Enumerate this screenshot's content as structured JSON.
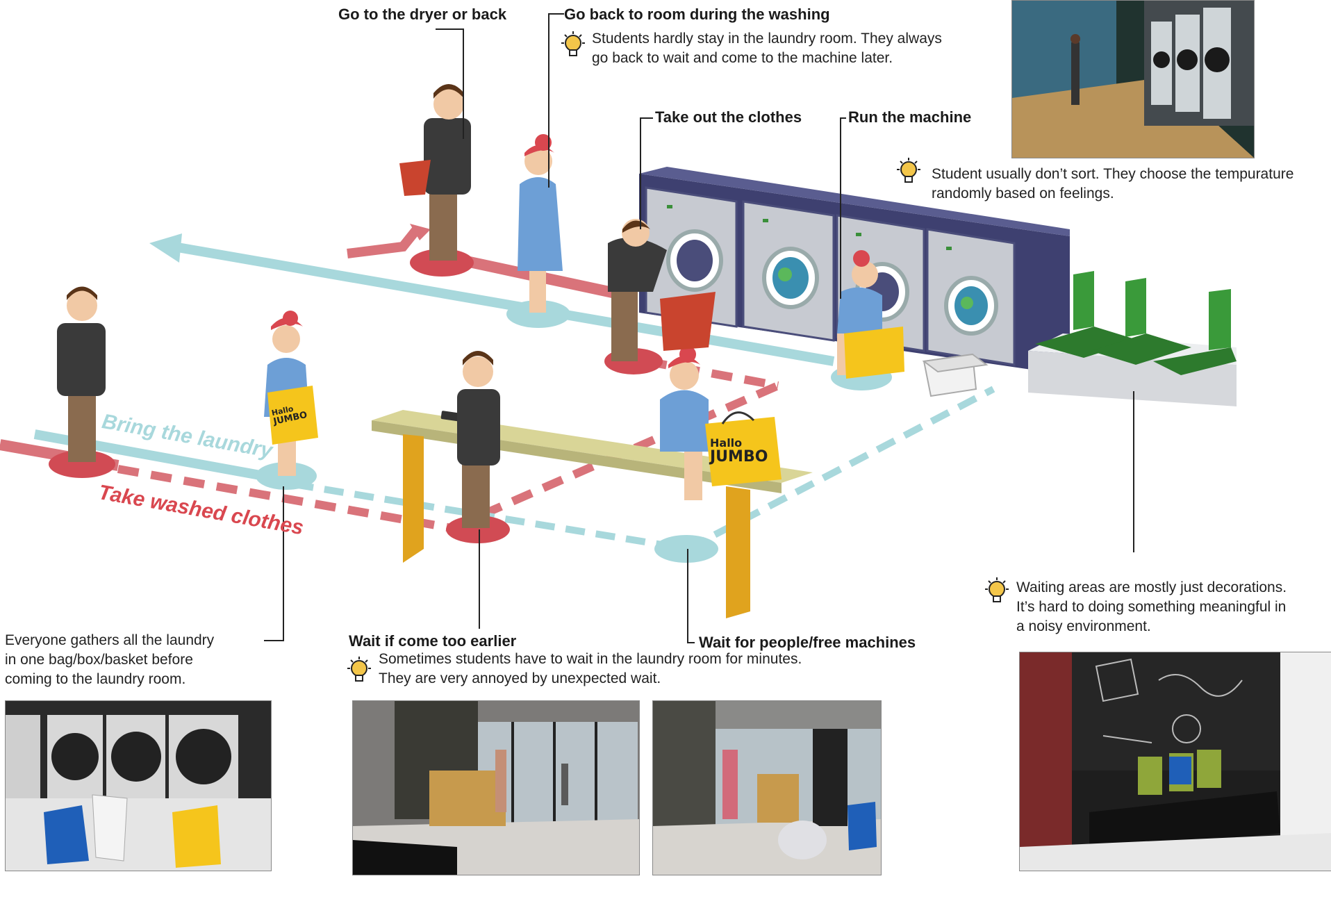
{
  "labels": {
    "dryer": "Go to the dryer or back",
    "back_room": "Go back to room during the washing",
    "take_out": "Take out the clothes",
    "run_machine": "Run the machine",
    "wait_early": "Wait if come too earlier",
    "wait_free": "Wait for people/free machines"
  },
  "notes": {
    "back_room": "Students hardly stay in the laundry room. They always\ngo back to wait and come to the machine later.",
    "sort": "Student usually don’t sort. They choose the tempurature\nrandomly based on feelings.",
    "waiting_area": "Waiting areas are mostly just decorations.\nIt’s hard to doing something meaningful in\n a noisy environment.",
    "gather": "Everyone gathers all the laundry\nin one bag/box/basket before\ncoming to the laundry room.",
    "wait_early": "Sometimes students have to wait in the laundry room for minutes.\nThey are very annoyed by unexpected wait."
  },
  "flows": {
    "bring": "Bring the laundry",
    "take": "Take washed clothes"
  },
  "bag_text": {
    "top": "Hallo",
    "bottom": "JUMBO"
  },
  "colors": {
    "red_path": "#d9737a",
    "blue_path": "#a8d8dc",
    "machine_body": "#4a4d7a",
    "bench": "#d9d597",
    "bench_leg": "#e0a31e",
    "seat_green": "#3a9a3a",
    "bag_yellow": "#f5c51c"
  }
}
